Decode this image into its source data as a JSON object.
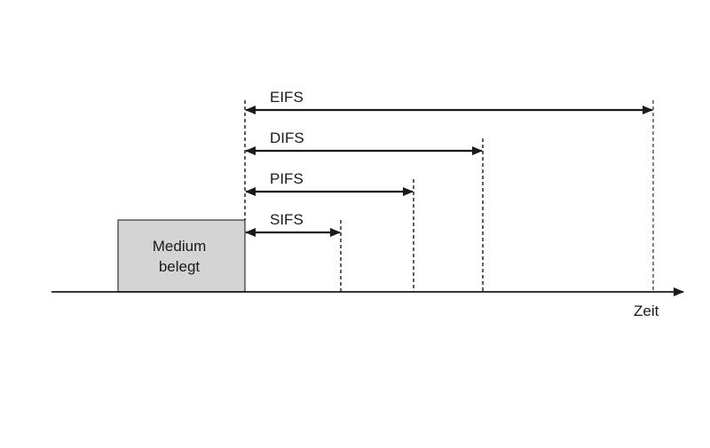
{
  "diagram": {
    "medium_box": {
      "line1": "Medium",
      "line2": "belegt"
    },
    "intervals": [
      {
        "label": "EIFS"
      },
      {
        "label": "DIFS"
      },
      {
        "label": "PIFS"
      },
      {
        "label": "SIFS"
      }
    ],
    "axis_label": "Zeit",
    "colors": {
      "line": "#1a1a1a",
      "box_fill": "#d4d4d4",
      "box_stroke": "#333333"
    }
  }
}
